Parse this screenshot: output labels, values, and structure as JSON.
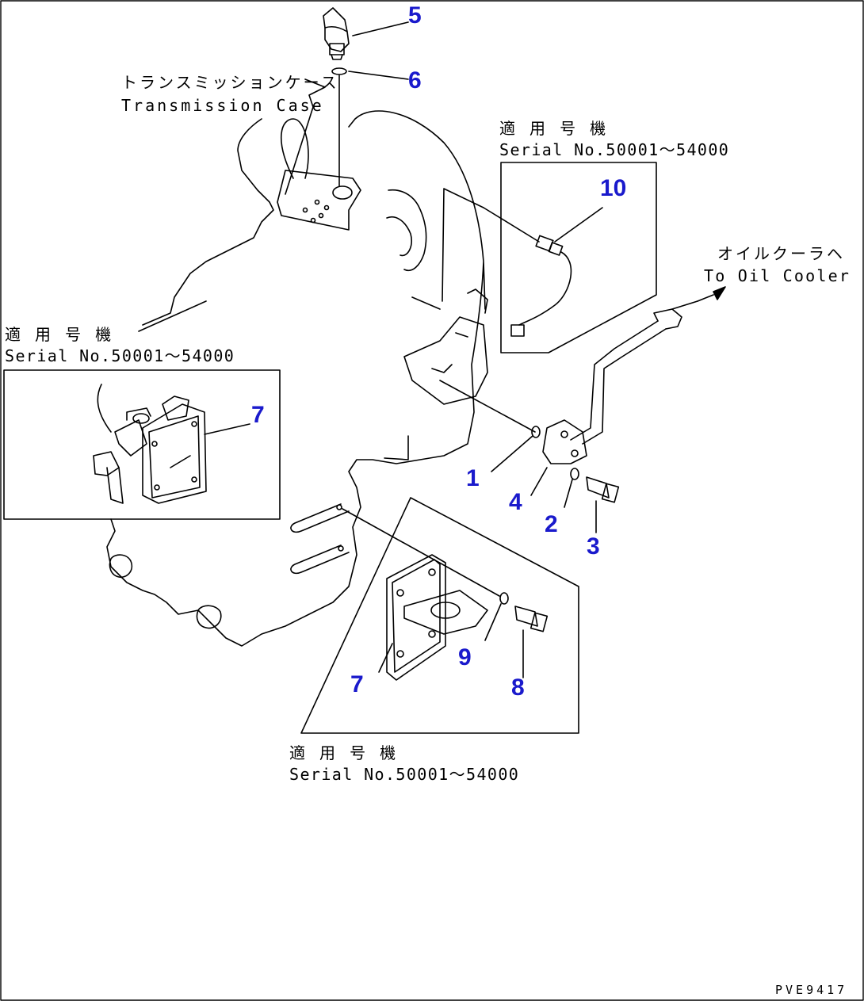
{
  "labels": {
    "transmission_case_jp": "トランスミッションケース",
    "transmission_case_en": "Transmission Case",
    "oil_cooler_jp": "オイルクーラヘ",
    "oil_cooler_en": "To Oil Cooler",
    "applicable_jp": "適 用 号 機",
    "serial": "Serial No.50001～54000"
  },
  "callouts": [
    "1",
    "2",
    "3",
    "4",
    "5",
    "6",
    "7",
    "7",
    "8",
    "9",
    "10"
  ],
  "drawing_code": "PVE9417",
  "colors": {
    "line": "#000000",
    "callout": "#1a1acc"
  }
}
